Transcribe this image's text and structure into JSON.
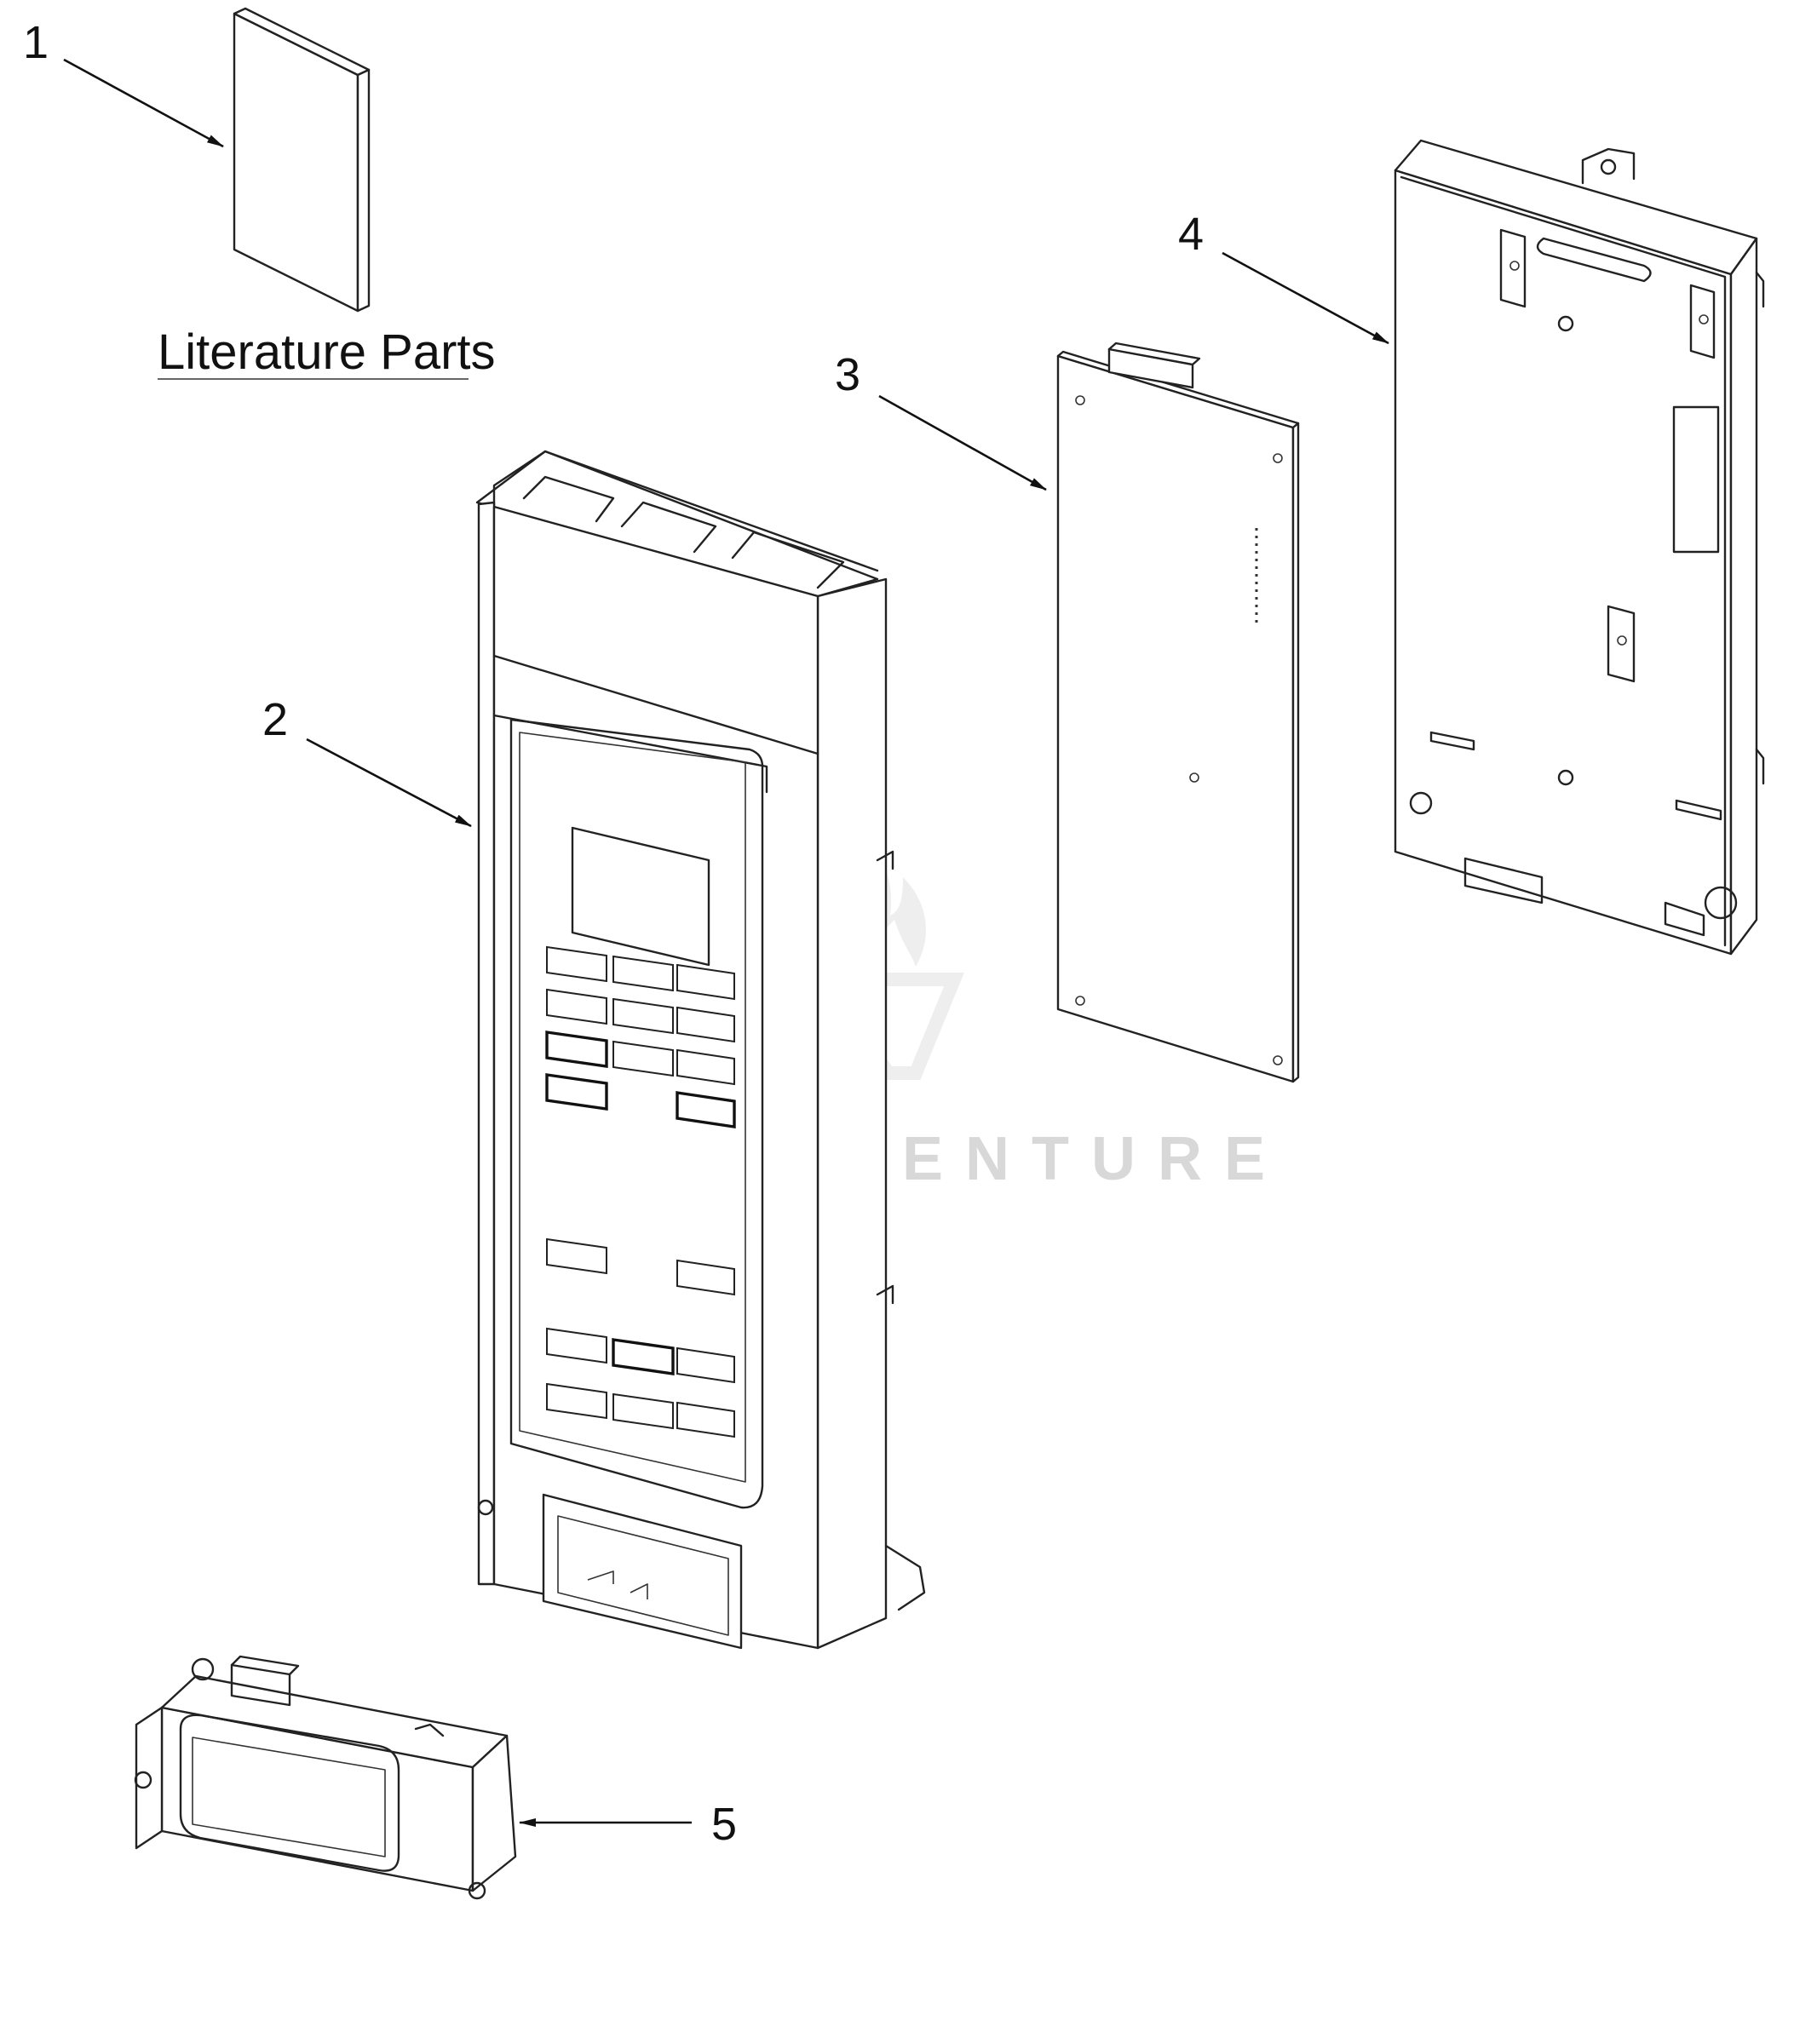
{
  "diagram": {
    "callouts": [
      "1",
      "2",
      "3",
      "4",
      "5"
    ],
    "literature_label": "Literature Parts",
    "watermark": "LEADVENTURE",
    "parts": [
      {
        "callout": "1",
        "icon": "literature-booklet-icon"
      },
      {
        "callout": "2",
        "icon": "control-panel-housing-icon"
      },
      {
        "callout": "3",
        "icon": "circuit-board-icon"
      },
      {
        "callout": "4",
        "icon": "mounting-bracket-icon"
      },
      {
        "callout": "5",
        "icon": "door-latch-module-icon"
      }
    ]
  }
}
